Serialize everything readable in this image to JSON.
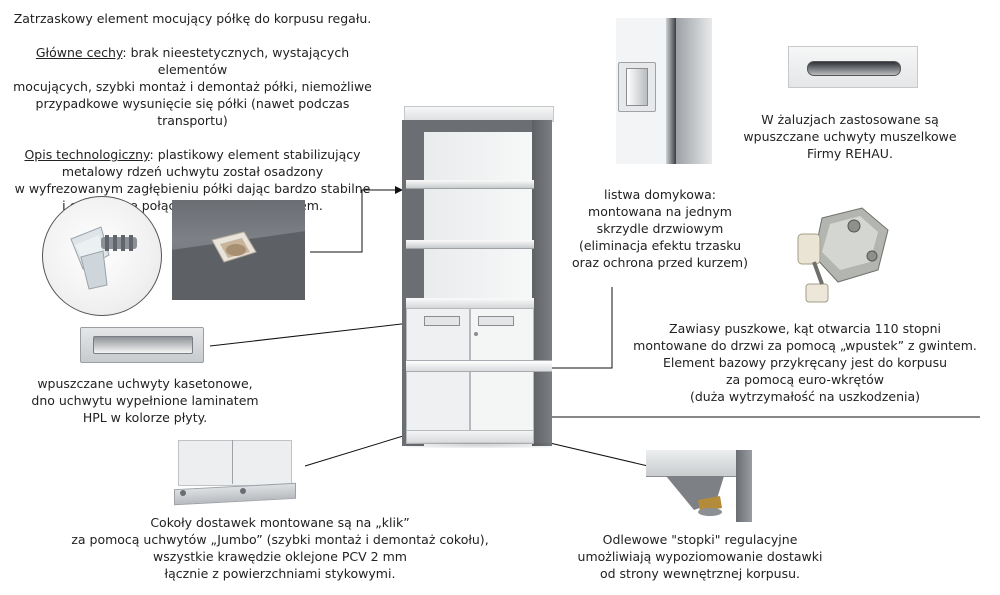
{
  "shelf_clip": {
    "line1": "Zatrzaskowy element mocujący półkę do korpusu regału.",
    "features_label": "Główne cechy",
    "features_text_a": ": brak nieestetycznych, wystających elementów",
    "features_text_b": "mocujących, szybki montaż i demontaż półki, niemożliwe",
    "features_text_c": "przypadkowe wysunięcie się półki (nawet podczas transportu)",
    "tech_label": "Opis technologiczny",
    "tech_text_a": ": plastikowy element stabilizujący",
    "tech_text_b": "metalowy rdzeń uchwytu został osadzony",
    "tech_text_c": "w wyfrezowanym zagłębieniu półki dając bardzo stabilne",
    "tech_text_d": "i estetyczne połączenie półki z korpusem."
  },
  "handles_cassette": {
    "line1": "wpuszczane uchwyty kasetonowe,",
    "line2": "dno uchwytu wypełnione laminatem",
    "line3": "HPL w kolorze płyty."
  },
  "plinth": {
    "line1": "Cokoły dostawek montowane są na „klik”",
    "line2": "za pomocą uchwytów „Jumbo” (szybki montaż i demontaż cokołu),",
    "line3": "wszystkie krawędzie oklejone PCV 2 mm",
    "line4": "łącznie z powierzchniami stykowymi."
  },
  "closing_strip": {
    "line1": "listwa domykowa:",
    "line2": "montowana na jednym",
    "line3": "skrzydle drzwiowym",
    "line4": "(eliminacja efektu trzasku",
    "line5": "oraz ochrona przed kurzem)"
  },
  "shell_handles": {
    "line1": "W żaluzjach zastosowane są",
    "line2": "wpuszczane uchwyty muszelkowe",
    "line3": "Firmy REHAU."
  },
  "hinges": {
    "line1": "Zawiasy puszkowe, kąt otwarcia 110 stopni",
    "line2": "montowane do drzwi za pomocą „wpustek” z gwintem.",
    "line3": "Element bazowy przykręcany jest do korpusu",
    "line4": "za pomocą euro-wkrętów",
    "line5": "(duża wytrzymałość na uszkodzenia)"
  },
  "feet": {
    "line1": "Odlewowe \"stopki\" regulacyjne",
    "line2": "umożliwiają wypoziomowanie dostawki",
    "line3": "od strony wewnętrznej korpusu."
  },
  "colors": {
    "cabinet_side": "#6b6e72",
    "panel": "#f2f3f4",
    "background": "#ffffff"
  }
}
